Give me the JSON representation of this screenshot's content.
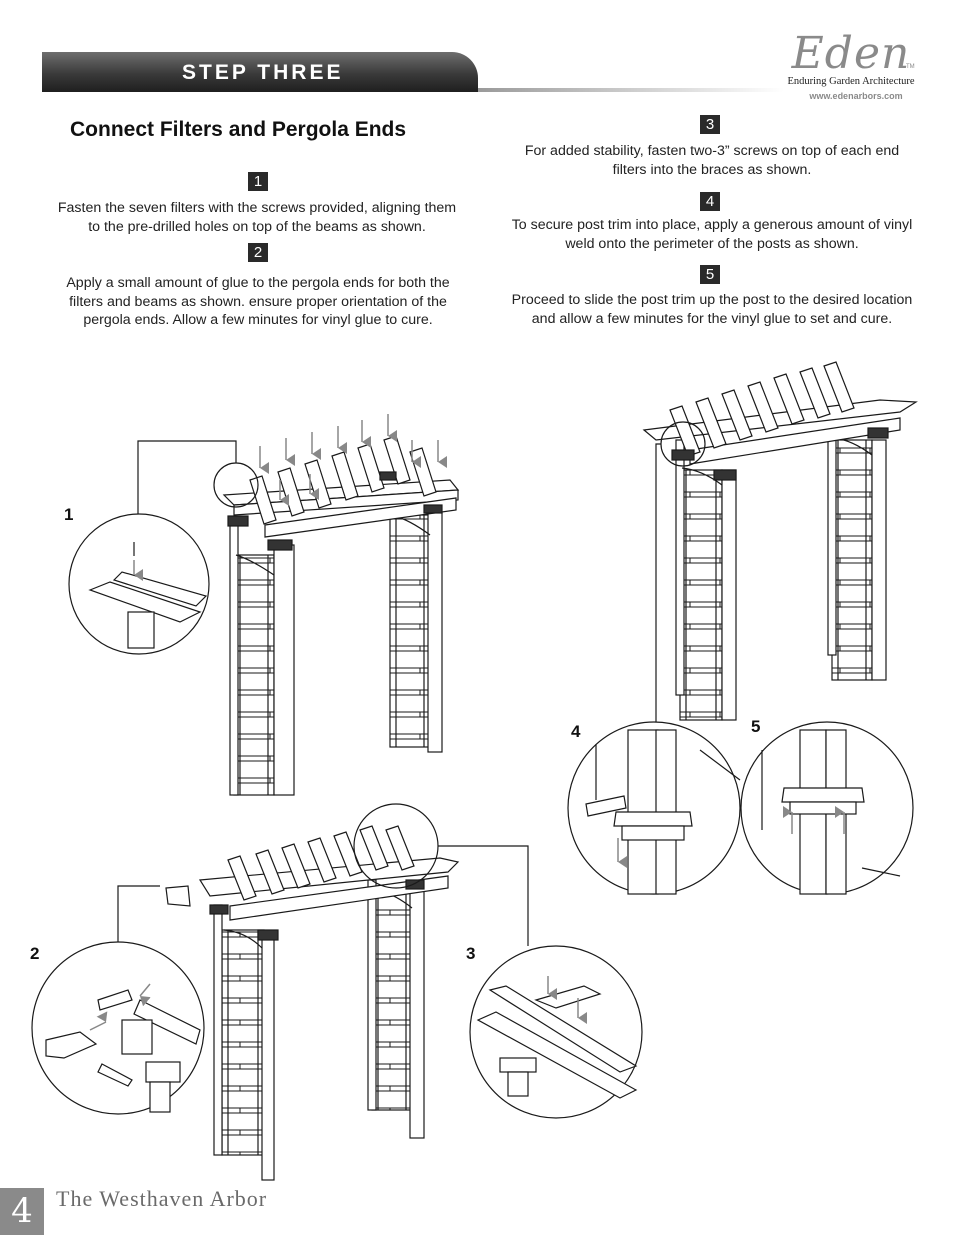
{
  "header": {
    "step_label": "STEP THREE",
    "brand_name": "Eden",
    "brand_tm": "TM",
    "brand_tagline": "Enduring Garden Architecture",
    "brand_url": "www.edenarbors.com"
  },
  "section_title": "Connect Filters and Pergola Ends",
  "instructions": [
    {
      "number": "1",
      "text": "Fasten the seven filters with the screws provided, aligning them to the pre-drilled holes on top of the beams as shown."
    },
    {
      "number": "2",
      "text": "Apply a small amount of glue to the pergola ends for both the filters and beams as shown. ensure proper orientation of the pergola ends. Allow a few minutes for vinyl glue to cure."
    },
    {
      "number": "3",
      "text": "For added stability, fasten two-3” screws on top of each end filters into the braces as shown."
    },
    {
      "number": "4",
      "text": "To secure post trim into place, apply a generous amount of vinyl weld onto the perimeter of the posts as shown."
    },
    {
      "number": "5",
      "text": "Proceed to slide the post trim up the post to the desired location and allow a few minutes for the vinyl glue to set and cure."
    }
  ],
  "figure_labels": [
    "1",
    "2",
    "3",
    "4",
    "5"
  ],
  "footer": {
    "page_number": "4",
    "product_title": "The Westhaven Arbor"
  },
  "colors": {
    "banner_dark": "#2a2a2a",
    "number_box": "#2a2a2a",
    "logo_gray": "#8a8a8a",
    "page_box": "#8a8a8a"
  }
}
